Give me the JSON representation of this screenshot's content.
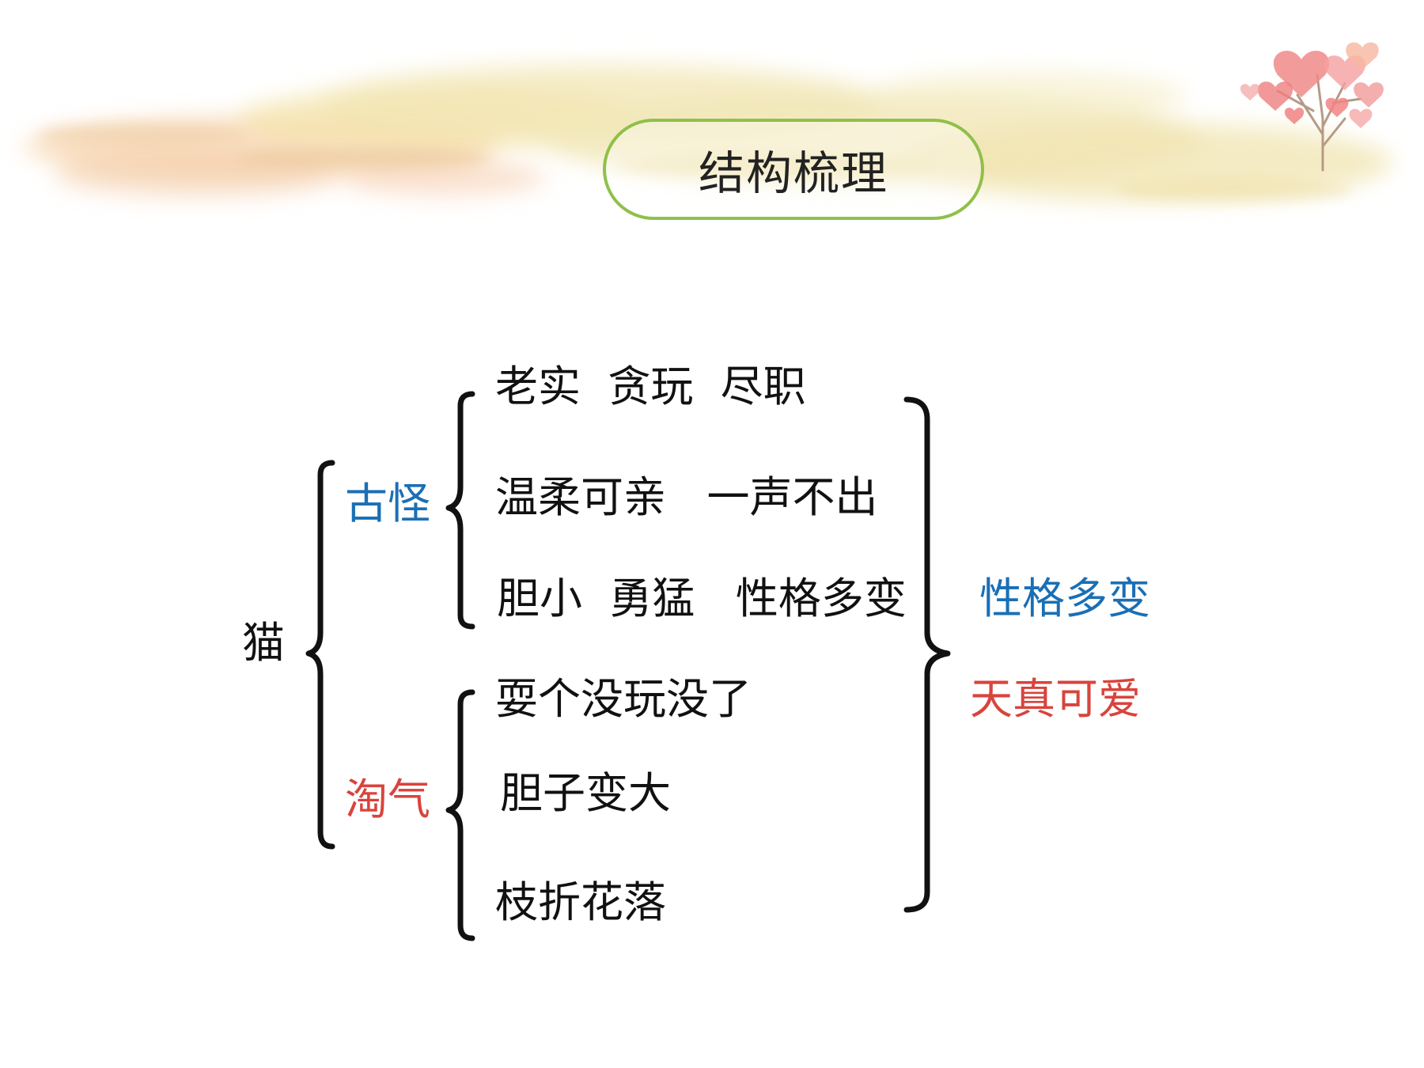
{
  "title": "结构梳理",
  "colors": {
    "pill_border": "#8fc04a",
    "blue": "#1a6fb5",
    "red": "#d8443c",
    "text": "#111111"
  },
  "icons": {
    "corner": "heart-tree-icon",
    "banner": "watercolor-brush-stroke"
  },
  "root": "猫",
  "branches": [
    {
      "label": "古怪",
      "items": [
        "老实  贪玩  尽职",
        "温柔可亲   一声不出",
        "胆小  勇猛   性格多变"
      ]
    },
    {
      "label": "淘气",
      "items": [
        "耍个没玩没了",
        "胆子变大",
        "枝折花落"
      ]
    }
  ],
  "summary": [
    "性格多变",
    "天真可爱"
  ]
}
